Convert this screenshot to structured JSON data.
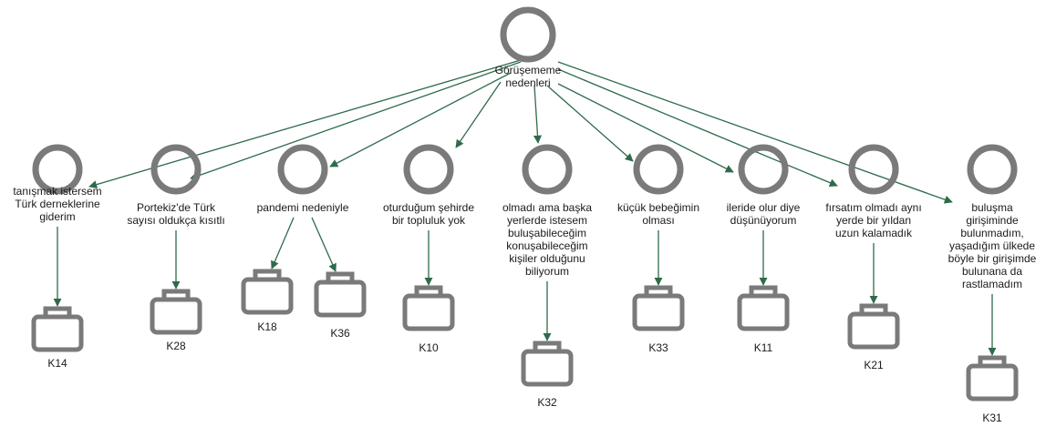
{
  "root": {
    "label": "Görüşememe\nnedenleri"
  },
  "themes": [
    {
      "label": "tanışmak istersem\nTürk derneklerine\ngiderim",
      "cases": [
        "K14"
      ]
    },
    {
      "label": "Portekiz'de Türk\nsayısı oldukça kısıtlı",
      "cases": [
        "K28"
      ]
    },
    {
      "label": "pandemi nedeniyle",
      "cases": [
        "K18",
        "K36"
      ]
    },
    {
      "label": "oturduğum şehirde\nbir topluluk yok",
      "cases": [
        "K10"
      ]
    },
    {
      "label": "olmadı ama başka\nyerlerde istesem\nbuluşabileceğim\nkonuşabileceğim\nkişiler olduğunu\nbiliyorum",
      "cases": [
        "K32"
      ]
    },
    {
      "label": "küçük bebeğimin\nolması",
      "cases": [
        "K33"
      ]
    },
    {
      "label": "ileride olur diye\ndüşünüyorum",
      "cases": [
        "K11"
      ]
    },
    {
      "label": "fırsatım olmadı aynı\nyerde bir yıldan\nuzun kalamadık",
      "cases": [
        "K21"
      ]
    },
    {
      "label": "buluşma\ngirişiminde\nbulunmadım,\nyaşadığım ülkede\nböyle bir girişimde\nbulunana da\nrastlamadım",
      "cases": [
        "K31"
      ]
    }
  ],
  "colors": {
    "edge": "#2e6b4a",
    "node": "#7a7a7a",
    "text": "#1a1a1a"
  }
}
